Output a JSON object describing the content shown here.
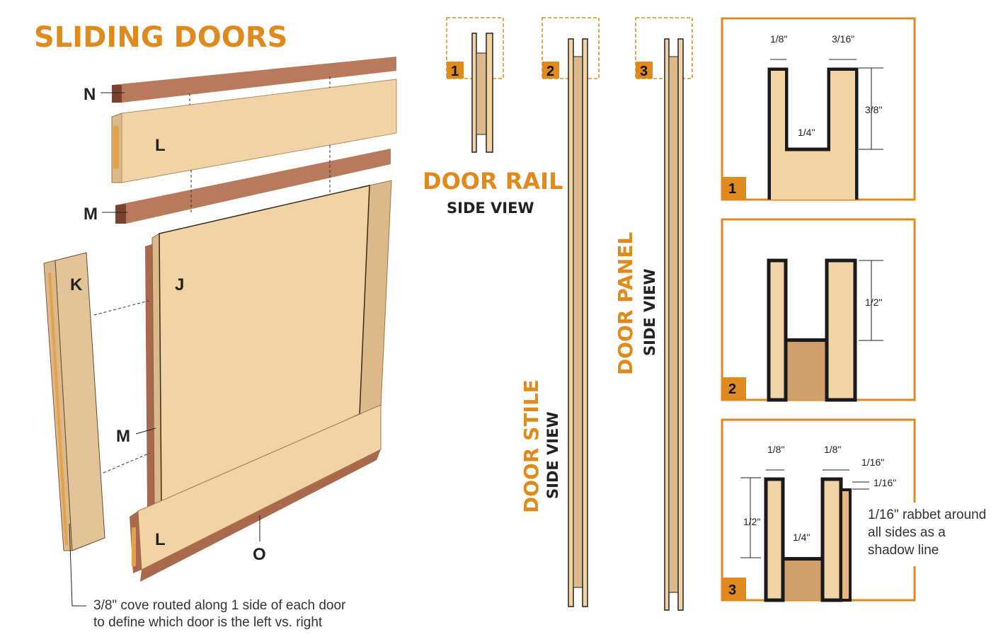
{
  "title": "SLIDING DOORS",
  "parts": {
    "n": "N",
    "l_top": "L",
    "m_top": "M",
    "k": "K",
    "j": "J",
    "m_side": "M",
    "l_bottom": "L",
    "o": "O"
  },
  "caption": {
    "line1": "3/8\" cove routed along 1 side of each door",
    "line2": "to define which door is the left vs. right"
  },
  "door_rail": {
    "title": "DOOR RAIL",
    "subtitle": "SIDE VIEW",
    "badge": "1"
  },
  "door_stile": {
    "title": "DOOR STILE",
    "subtitle": "SIDE VIEW",
    "badge": "2"
  },
  "door_panel": {
    "title": "DOOR PANEL",
    "subtitle": "SIDE VIEW",
    "badge": "3"
  },
  "detail1": {
    "badge": "1",
    "left_width": "1/8\"",
    "right_width": "3/16\"",
    "depth": "3/8\"",
    "gap": "1/4\""
  },
  "detail2": {
    "badge": "2",
    "depth": "1/2\""
  },
  "detail3": {
    "badge": "3",
    "left_width": "1/8\"",
    "right_width": "1/8\"",
    "rabbet_w": "1/16\"",
    "rabbet_h": "1/16\"",
    "depth": "1/2\"",
    "gap": "1/4\"",
    "note": [
      "1/16\" rabbet around",
      "all sides as a",
      "shadow line"
    ]
  },
  "colors": {
    "accent": "#e08a1e",
    "wood_light": "#f2d3a6",
    "wood_mid": "#dcb98a",
    "rail_brown": "#b5765a"
  }
}
